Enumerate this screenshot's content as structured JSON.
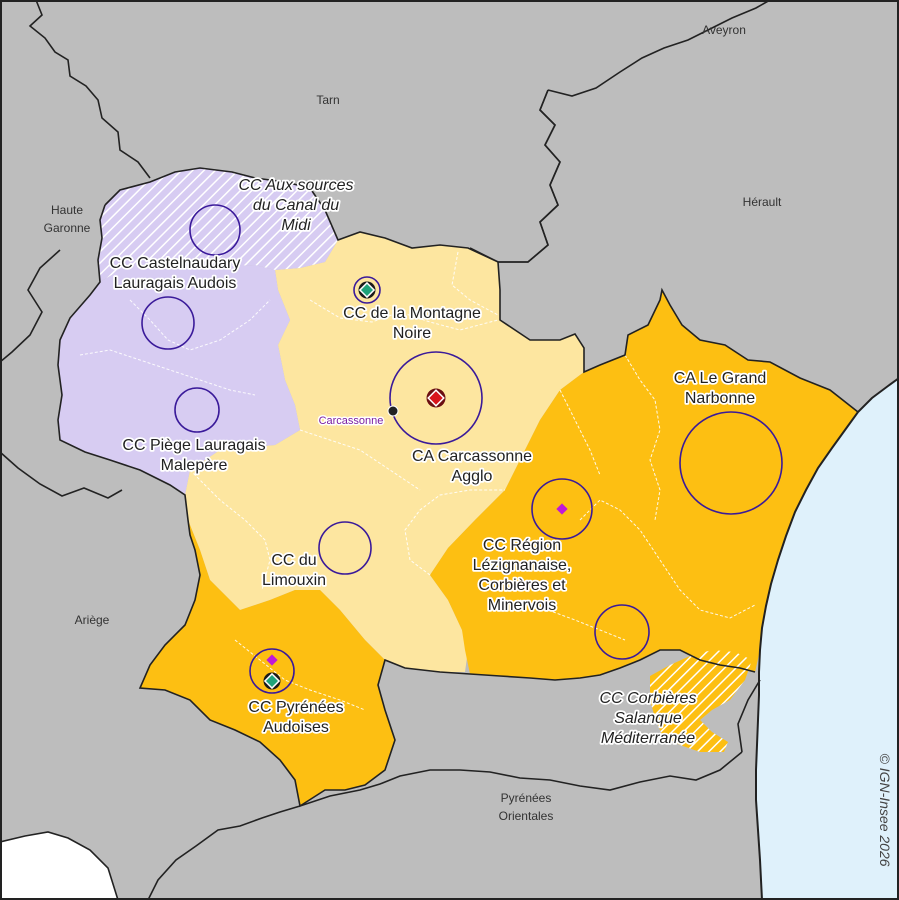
{
  "colors": {
    "sea": "#dff1fb",
    "outside": "#bdbdbd",
    "border": "#222222",
    "ca_carcassonne_zone": "#fde6a0",
    "ca_orange_zone": "#fdbf12",
    "lauragais_zone": "#d7ccf2",
    "epci_circle": "#3a1a9a",
    "seat_red": "#d9151c",
    "seat_green": "#1fa37a",
    "seat_magenta": "#c019d8"
  },
  "departments": [
    "Tarn",
    "Aveyron",
    "Hérault",
    "Haute Garonne",
    "Ariège",
    "Pyrénées Orientales"
  ],
  "department_labels": {
    "tarn": "Tarn",
    "aveyron": "Aveyron",
    "herault": "Hérault",
    "haute_garonne_l1": "Haute",
    "haute_garonne_l2": "Garonne",
    "ariege": "Ariège",
    "po_l1": "Pyrénées",
    "po_l2": "Orientales"
  },
  "epci": {
    "aux_sources": {
      "l1": "CC Aux sources",
      "l2": "du Canal du",
      "l3": "Midi"
    },
    "castelnaudary": {
      "l1": "CC Castelnaudary",
      "l2": "Lauragais Audois"
    },
    "montagne_noire": {
      "l1": "CC de la Montagne",
      "l2": "Noire"
    },
    "piege": {
      "l1": "CC Piège Lauragais",
      "l2": "Malepère"
    },
    "carcassonne_agglo": {
      "l1": "CA Carcassonne",
      "l2": "Agglo"
    },
    "grand_narbonne": {
      "l1": "CA Le Grand",
      "l2": "Narbonne"
    },
    "limouxin": {
      "l1": "CC du",
      "l2": "Limouxin"
    },
    "lezignanaise": {
      "l1": "CC Région",
      "l2": "Lézignanaise,",
      "l3": "Corbières et",
      "l4": "Minervois"
    },
    "pyrenees_audoises": {
      "l1": "CC Pyrénées",
      "l2": "Audoises"
    },
    "corbieres_salanque": {
      "l1": "CC Corbières",
      "l2": "Salanque",
      "l3": "Méditerranée"
    }
  },
  "city_label": "Carcassonne",
  "copyright": "© IGN-Insee 2026"
}
